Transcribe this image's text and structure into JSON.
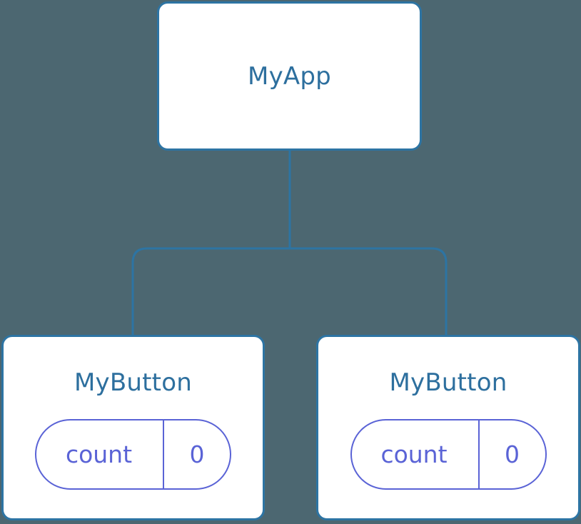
{
  "diagram": {
    "type": "component-tree",
    "background_color": "#4c6771",
    "node_fill_color": "#ffffff",
    "node_border_color": "#2d74a3",
    "node_title_color": "#2d6f9e",
    "edge_color": "#2d74a3",
    "state_pill_color": "#5a63d6"
  },
  "root": {
    "label": "MyApp"
  },
  "children": [
    {
      "label": "MyButton",
      "state": {
        "key": "count",
        "value": "0"
      }
    },
    {
      "label": "MyButton",
      "state": {
        "key": "count",
        "value": "0"
      }
    }
  ],
  "edges": {
    "trunk_name": "root-to-branch-connector",
    "left_branch_name": "branch-to-left-child",
    "right_branch_name": "branch-to-right-child"
  }
}
